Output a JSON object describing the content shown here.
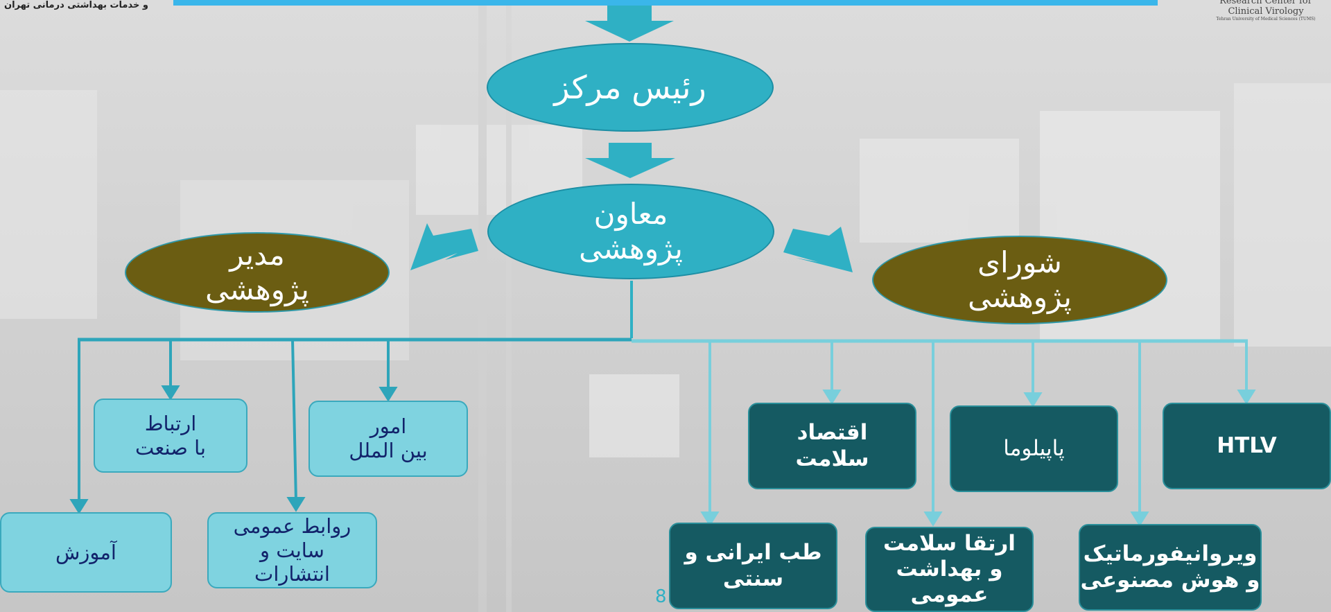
{
  "header": {
    "logo_left_text": "و خدمات بهداشتی درمانی تهران",
    "logo_right_line1": "Research Center for",
    "logo_right_line2": "Clinical Virology",
    "logo_right_line3": "Tehran University of Medical Sciences (TUMS)"
  },
  "nodes": {
    "head": "رئیس مرکز",
    "deputy": "معاون\nپژوهشی",
    "manager": "مدیر\nپژوهشی",
    "council": "شورای\nپژوهشی"
  },
  "departments": {
    "industry": "ارتباط\nبا صنعت",
    "international": "امور\nبین الملل",
    "education": "آموزش",
    "public_relations": "روابط عمومی\nسایت و\nانتشارات"
  },
  "research_groups": {
    "health_economics": "اقتصاد\nسلامت",
    "papilloma": "پاپیلوما",
    "htlv": "HTLV",
    "traditional_medicine": "طب ایرانی و\nسنتی",
    "health_promotion": "ارتقا سلامت\nو بهداشت\nعمومی",
    "virology_informatics": "ویروانیفورماتیک\nو  هوش مصنوعی"
  },
  "page_number": "8",
  "colors": {
    "teal": "#2fb0c4",
    "olive": "#6b5d12",
    "light_box": "#7fd3e0",
    "dark_box": "#155a62",
    "top_bar": "#3ab6ea"
  }
}
